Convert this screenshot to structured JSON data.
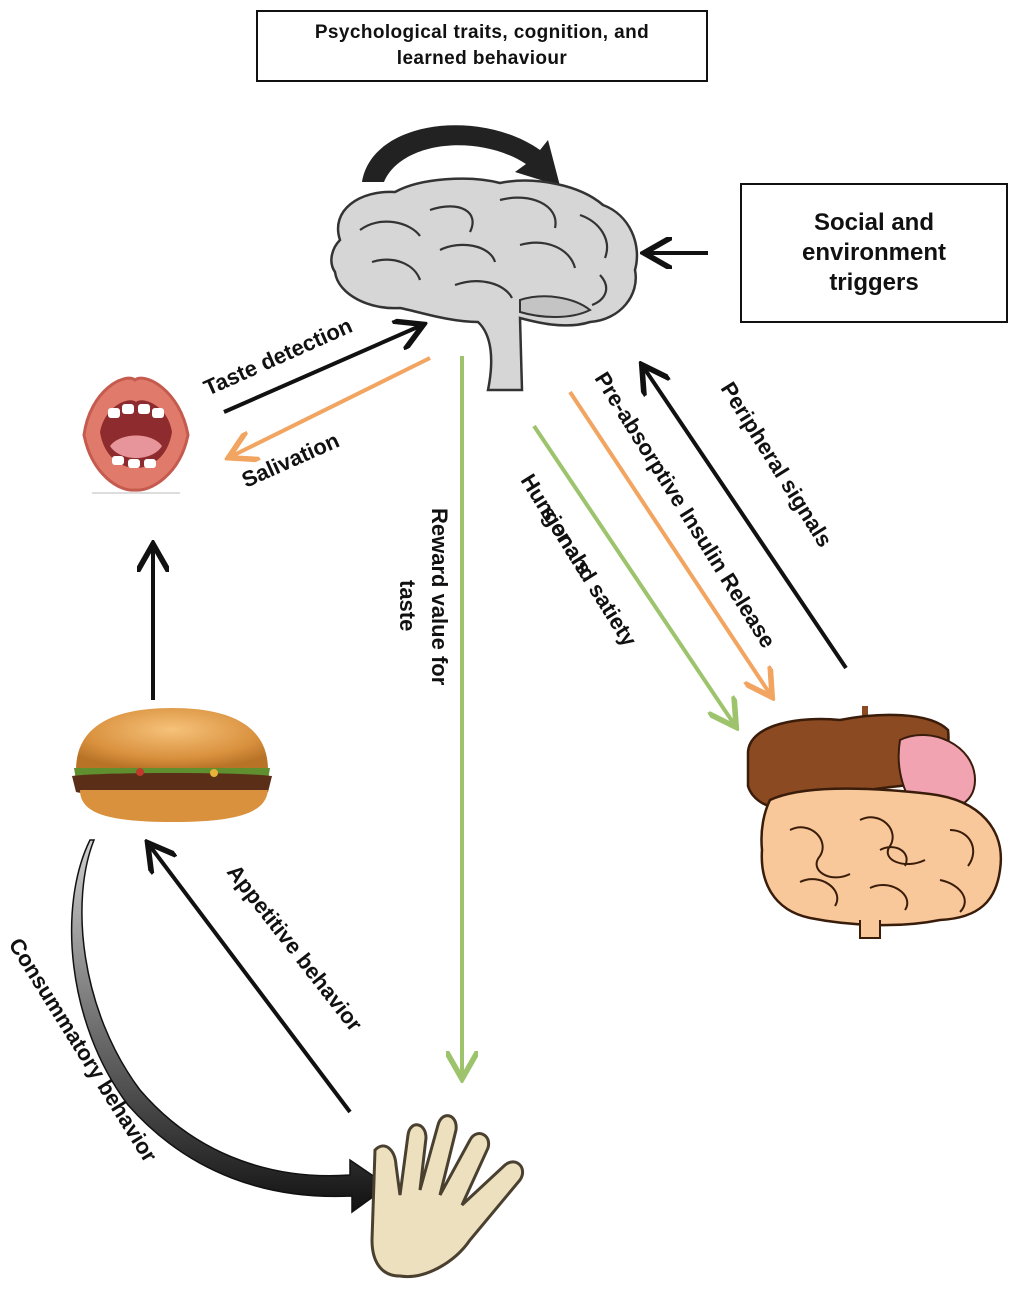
{
  "boxes": {
    "psychological": "Psychological traits, cognition, and learned behaviour",
    "social": "Social and environment triggers"
  },
  "labels": {
    "taste_detection": "Taste detection",
    "salivation": "Salivation",
    "reward_line1": "Reward value for",
    "reward_line2": "taste",
    "hunger_line1": "Hunger and satiety",
    "hunger_line2": "sionals",
    "insulin": "Pre-absorptive Insulin Release",
    "peripheral": "Peripheral signals",
    "appetitive": "Appetitive behavior",
    "consummatory": "Consummatory behavior"
  },
  "icons": {
    "brain": "brain-icon",
    "mouth": "mouth-icon",
    "burger": "burger-icon",
    "organs": "digestive-organs-icon",
    "hand": "hand-icon"
  },
  "colors": {
    "black_arrow": "#111111",
    "orange_arrow": "#F2A461",
    "green_arrow": "#9DC46C",
    "gray_arrow": "#8C8C8C"
  }
}
